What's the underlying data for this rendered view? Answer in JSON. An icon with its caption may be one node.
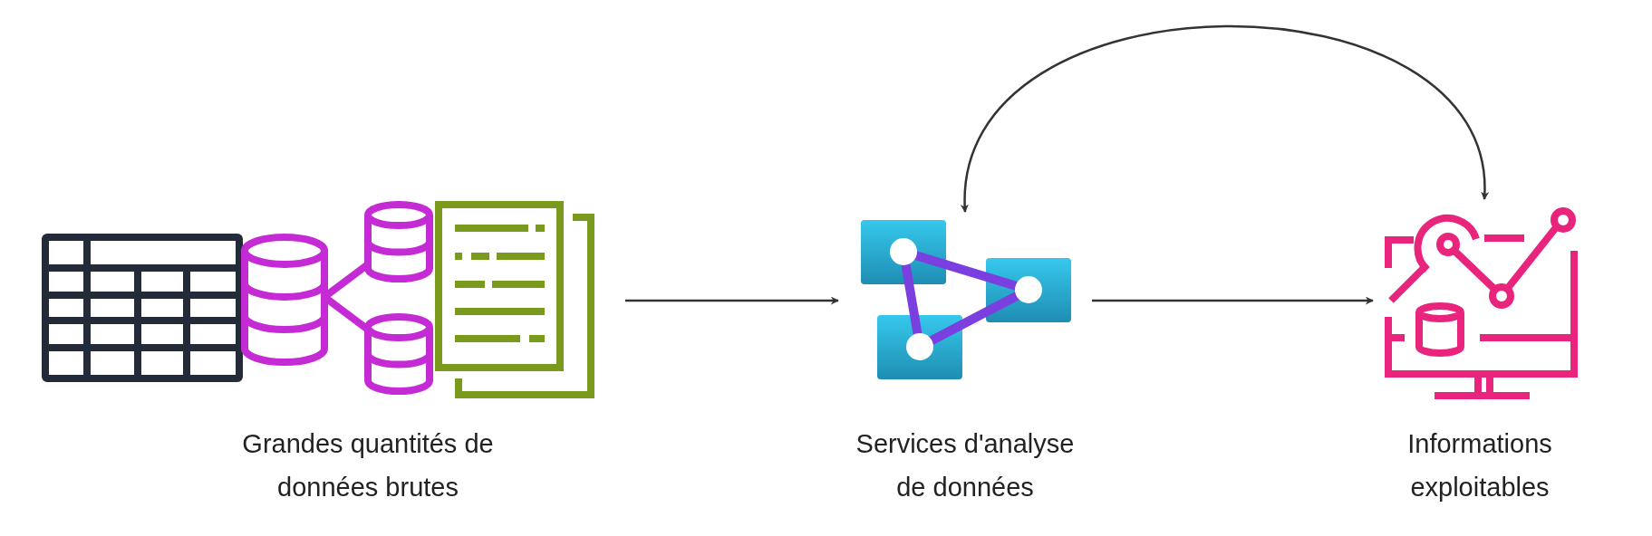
{
  "diagram": {
    "nodes": [
      {
        "text": [
          "Grandes quantités de données brutes"
        ]
      },
      {
        "text": [
          "Services d'analyse de données"
        ]
      },
      {
        "text": [
          "Informations exploitables"
        ]
      }
    ],
    "edges": [
      {
        "from": 0,
        "to": 1,
        "arrow": "to"
      },
      {
        "from": 1,
        "to": 2,
        "arrow": "to"
      },
      {
        "from": 1,
        "to": 2,
        "arrow": "both"
      }
    ]
  }
}
